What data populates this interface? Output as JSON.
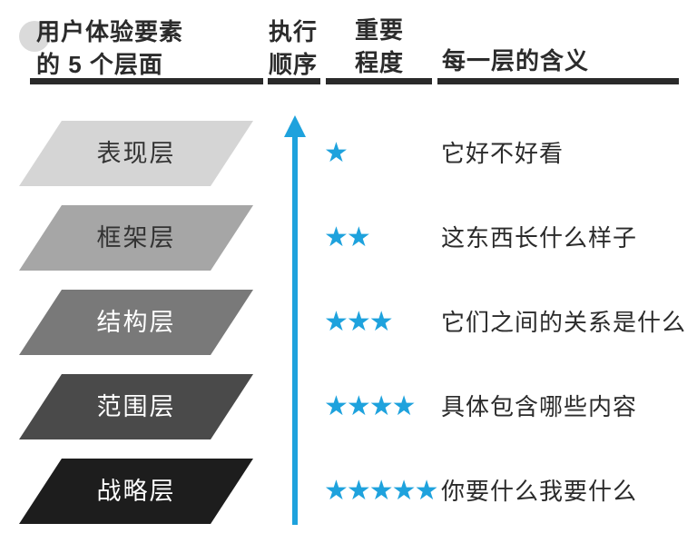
{
  "header": {
    "col1_line1": "用户体验要素",
    "col1_line2": "的 5 个层面",
    "col2_line1": "执行",
    "col2_line2": "顺序",
    "col3_line1": "重要",
    "col3_line2": "程度",
    "col4": "每一层的含义"
  },
  "colors": {
    "accent_blue": "#1ea2dd",
    "header_text": "#2b2b2b",
    "underline": "#2a2a2a",
    "background": "#ffffff"
  },
  "arrow": {
    "direction": "up",
    "color": "#1ea2dd"
  },
  "star_char": "★",
  "rows": [
    {
      "layer": "表现层",
      "fill": "#d5d5d5",
      "label_color": "#333333",
      "stars_count": 1,
      "stars": "★",
      "meaning": "它好不好看"
    },
    {
      "layer": "框架层",
      "fill": "#a6a6a6",
      "label_color": "#333333",
      "stars_count": 2,
      "stars": "★★",
      "meaning": "这东西长什么样子"
    },
    {
      "layer": "结构层",
      "fill": "#797979",
      "label_color": "#ffffff",
      "stars_count": 3,
      "stars": "★★★",
      "meaning": "它们之间的关系是什么"
    },
    {
      "layer": "范围层",
      "fill": "#4a4a4a",
      "label_color": "#ffffff",
      "stars_count": 4,
      "stars": "★★★★",
      "meaning": "具体包含哪些内容"
    },
    {
      "layer": "战略层",
      "fill": "#1d1d1d",
      "label_color": "#ffffff",
      "stars_count": 5,
      "stars": "★★★★★",
      "meaning": "你要什么我要什么"
    }
  ]
}
